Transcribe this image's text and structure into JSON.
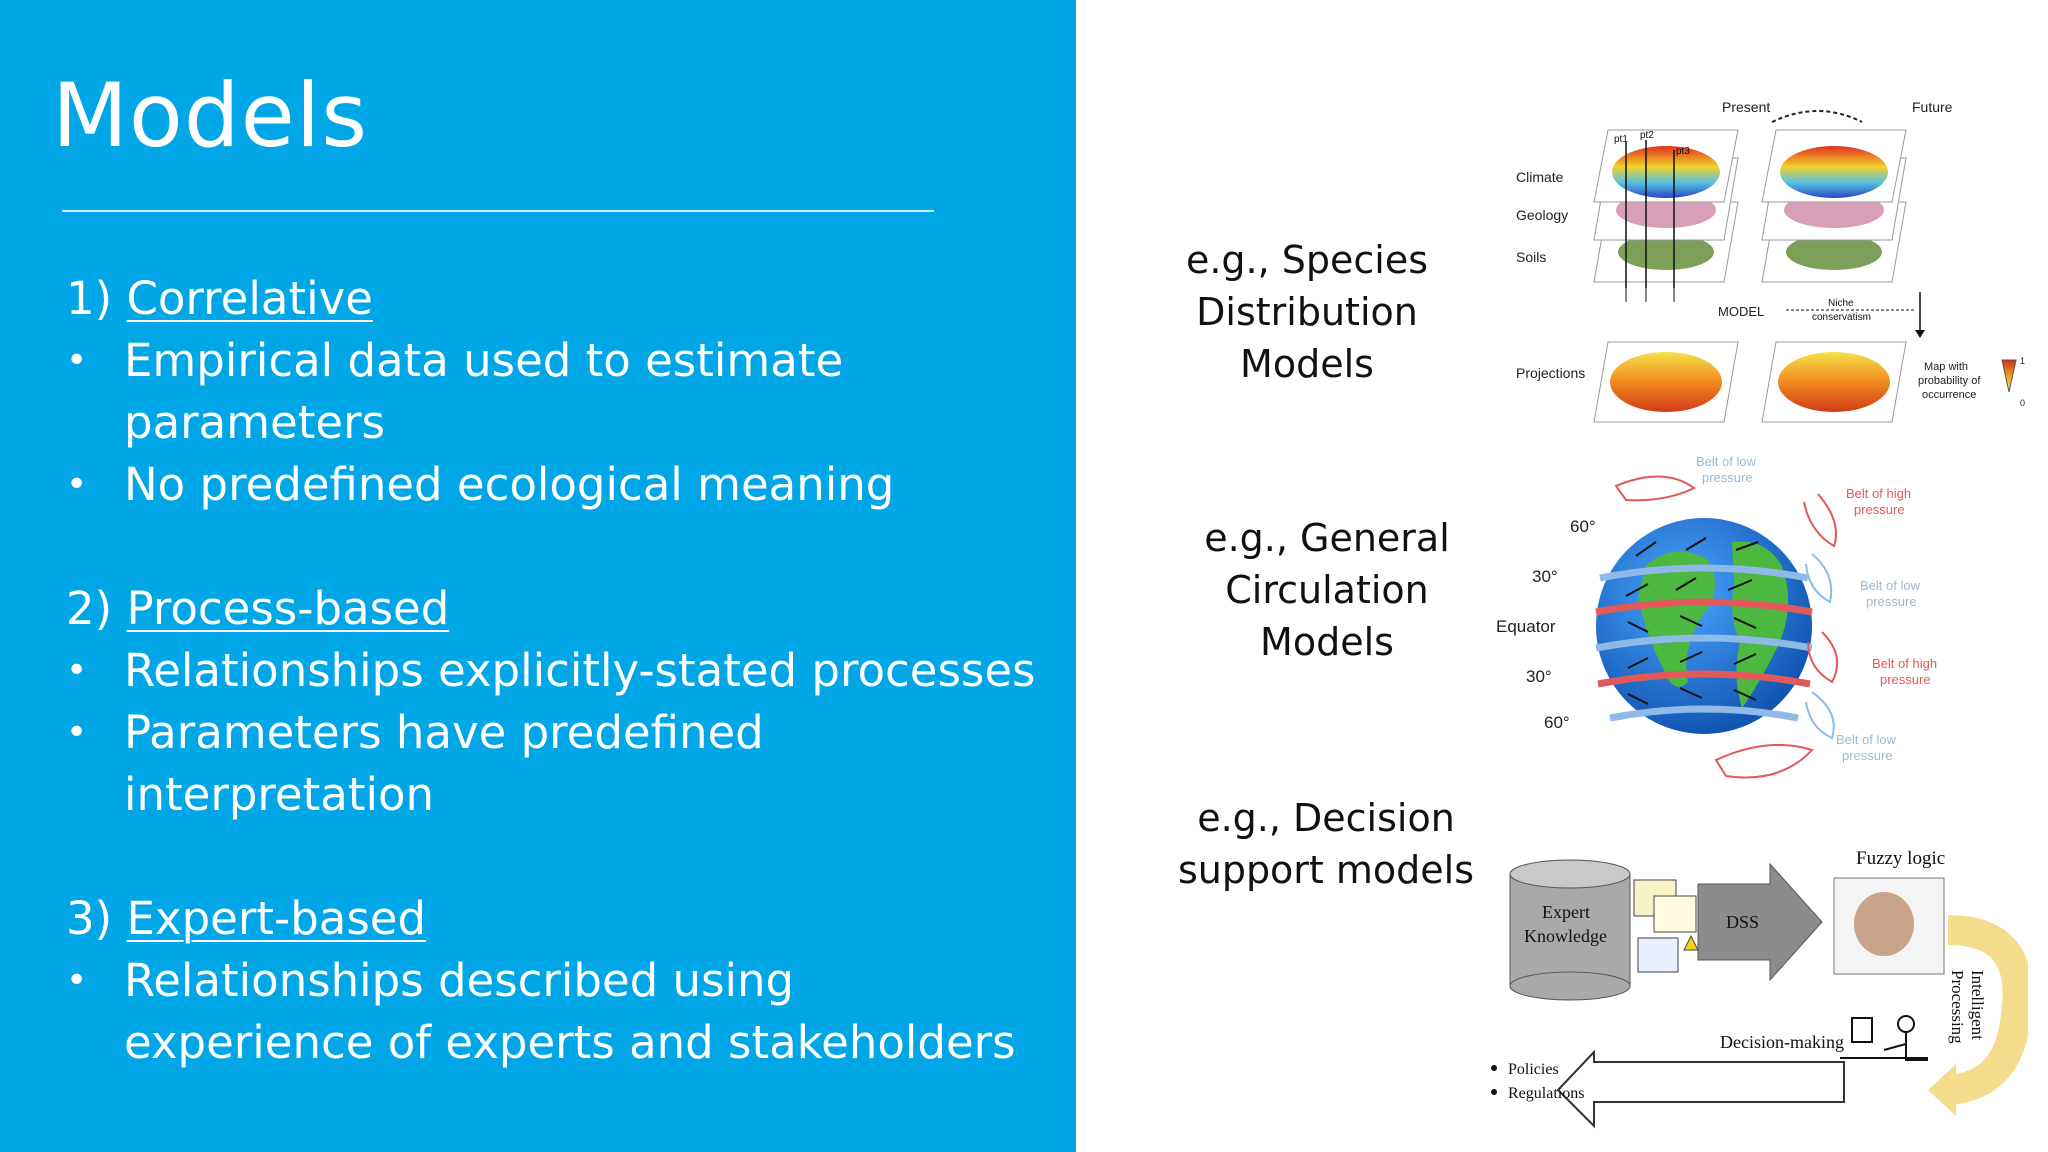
{
  "slide": {
    "title": "Models"
  },
  "list": {
    "items": [
      {
        "num": "1)",
        "name": "Correlative",
        "bullets": [
          "Empirical data used to estimate parameters",
          "No predefined ecological meaning"
        ]
      },
      {
        "num": "2)",
        "name": "Process-based",
        "bullets": [
          "Relationships explicitly-stated processes",
          "Parameters have predefined interpretation"
        ]
      },
      {
        "num": "3)",
        "name": "Expert-based",
        "bullets": [
          "Relationships described using experience of experts and stakeholders"
        ]
      }
    ]
  },
  "captions": {
    "sdm_line1": "e.g., Species",
    "sdm_line2": "Distribution Models",
    "gcm_line1": "e.g., General",
    "gcm_line2": "Circulation Models",
    "dss_line1": "e.g., Decision",
    "dss_line2": "support models"
  },
  "sdm_figure": {
    "present": "Present",
    "future": "Future",
    "climate": "Climate",
    "geology": "Geology",
    "soils": "Soils",
    "projections": "Projections",
    "model": "MODEL",
    "niche1": "Niche",
    "niche2": "conservatism",
    "pt1": "pt1",
    "pt2": "pt2",
    "pt3": "pt3",
    "map1": "Map with",
    "map2": "probability of",
    "map3": "occurrence",
    "scale_top": "1",
    "scale_bottom": "0"
  },
  "gcm_figure": {
    "lat60n": "60°",
    "lat30n": "30°",
    "equator": "Equator",
    "lat30s": "30°",
    "lat60s": "60°",
    "belt_low_1a": "Belt of low",
    "belt_low_1b": "pressure",
    "belt_high_1a": "Belt of high",
    "belt_high_1b": "pressure",
    "belt_low_2a": "Belt of low",
    "belt_low_2b": "pressure",
    "belt_high_2a": "Belt of high",
    "belt_high_2b": "pressure",
    "belt_low_3a": "Belt of low",
    "belt_low_3b": "pressure"
  },
  "dss_figure": {
    "expert1": "Expert",
    "expert2": "Knowledge",
    "dss": "DSS",
    "fuzzy": "Fuzzy logic",
    "intelligent1": "Intelligent",
    "intelligent2": "Processing",
    "decision": "Decision-making",
    "policies": "Policies",
    "regulations": "Regulations"
  },
  "colors": {
    "panel_blue": "#00a6e6",
    "text_white": "#ffffff",
    "high_pressure": "#e05a5a",
    "low_pressure": "#8fb9e6"
  }
}
